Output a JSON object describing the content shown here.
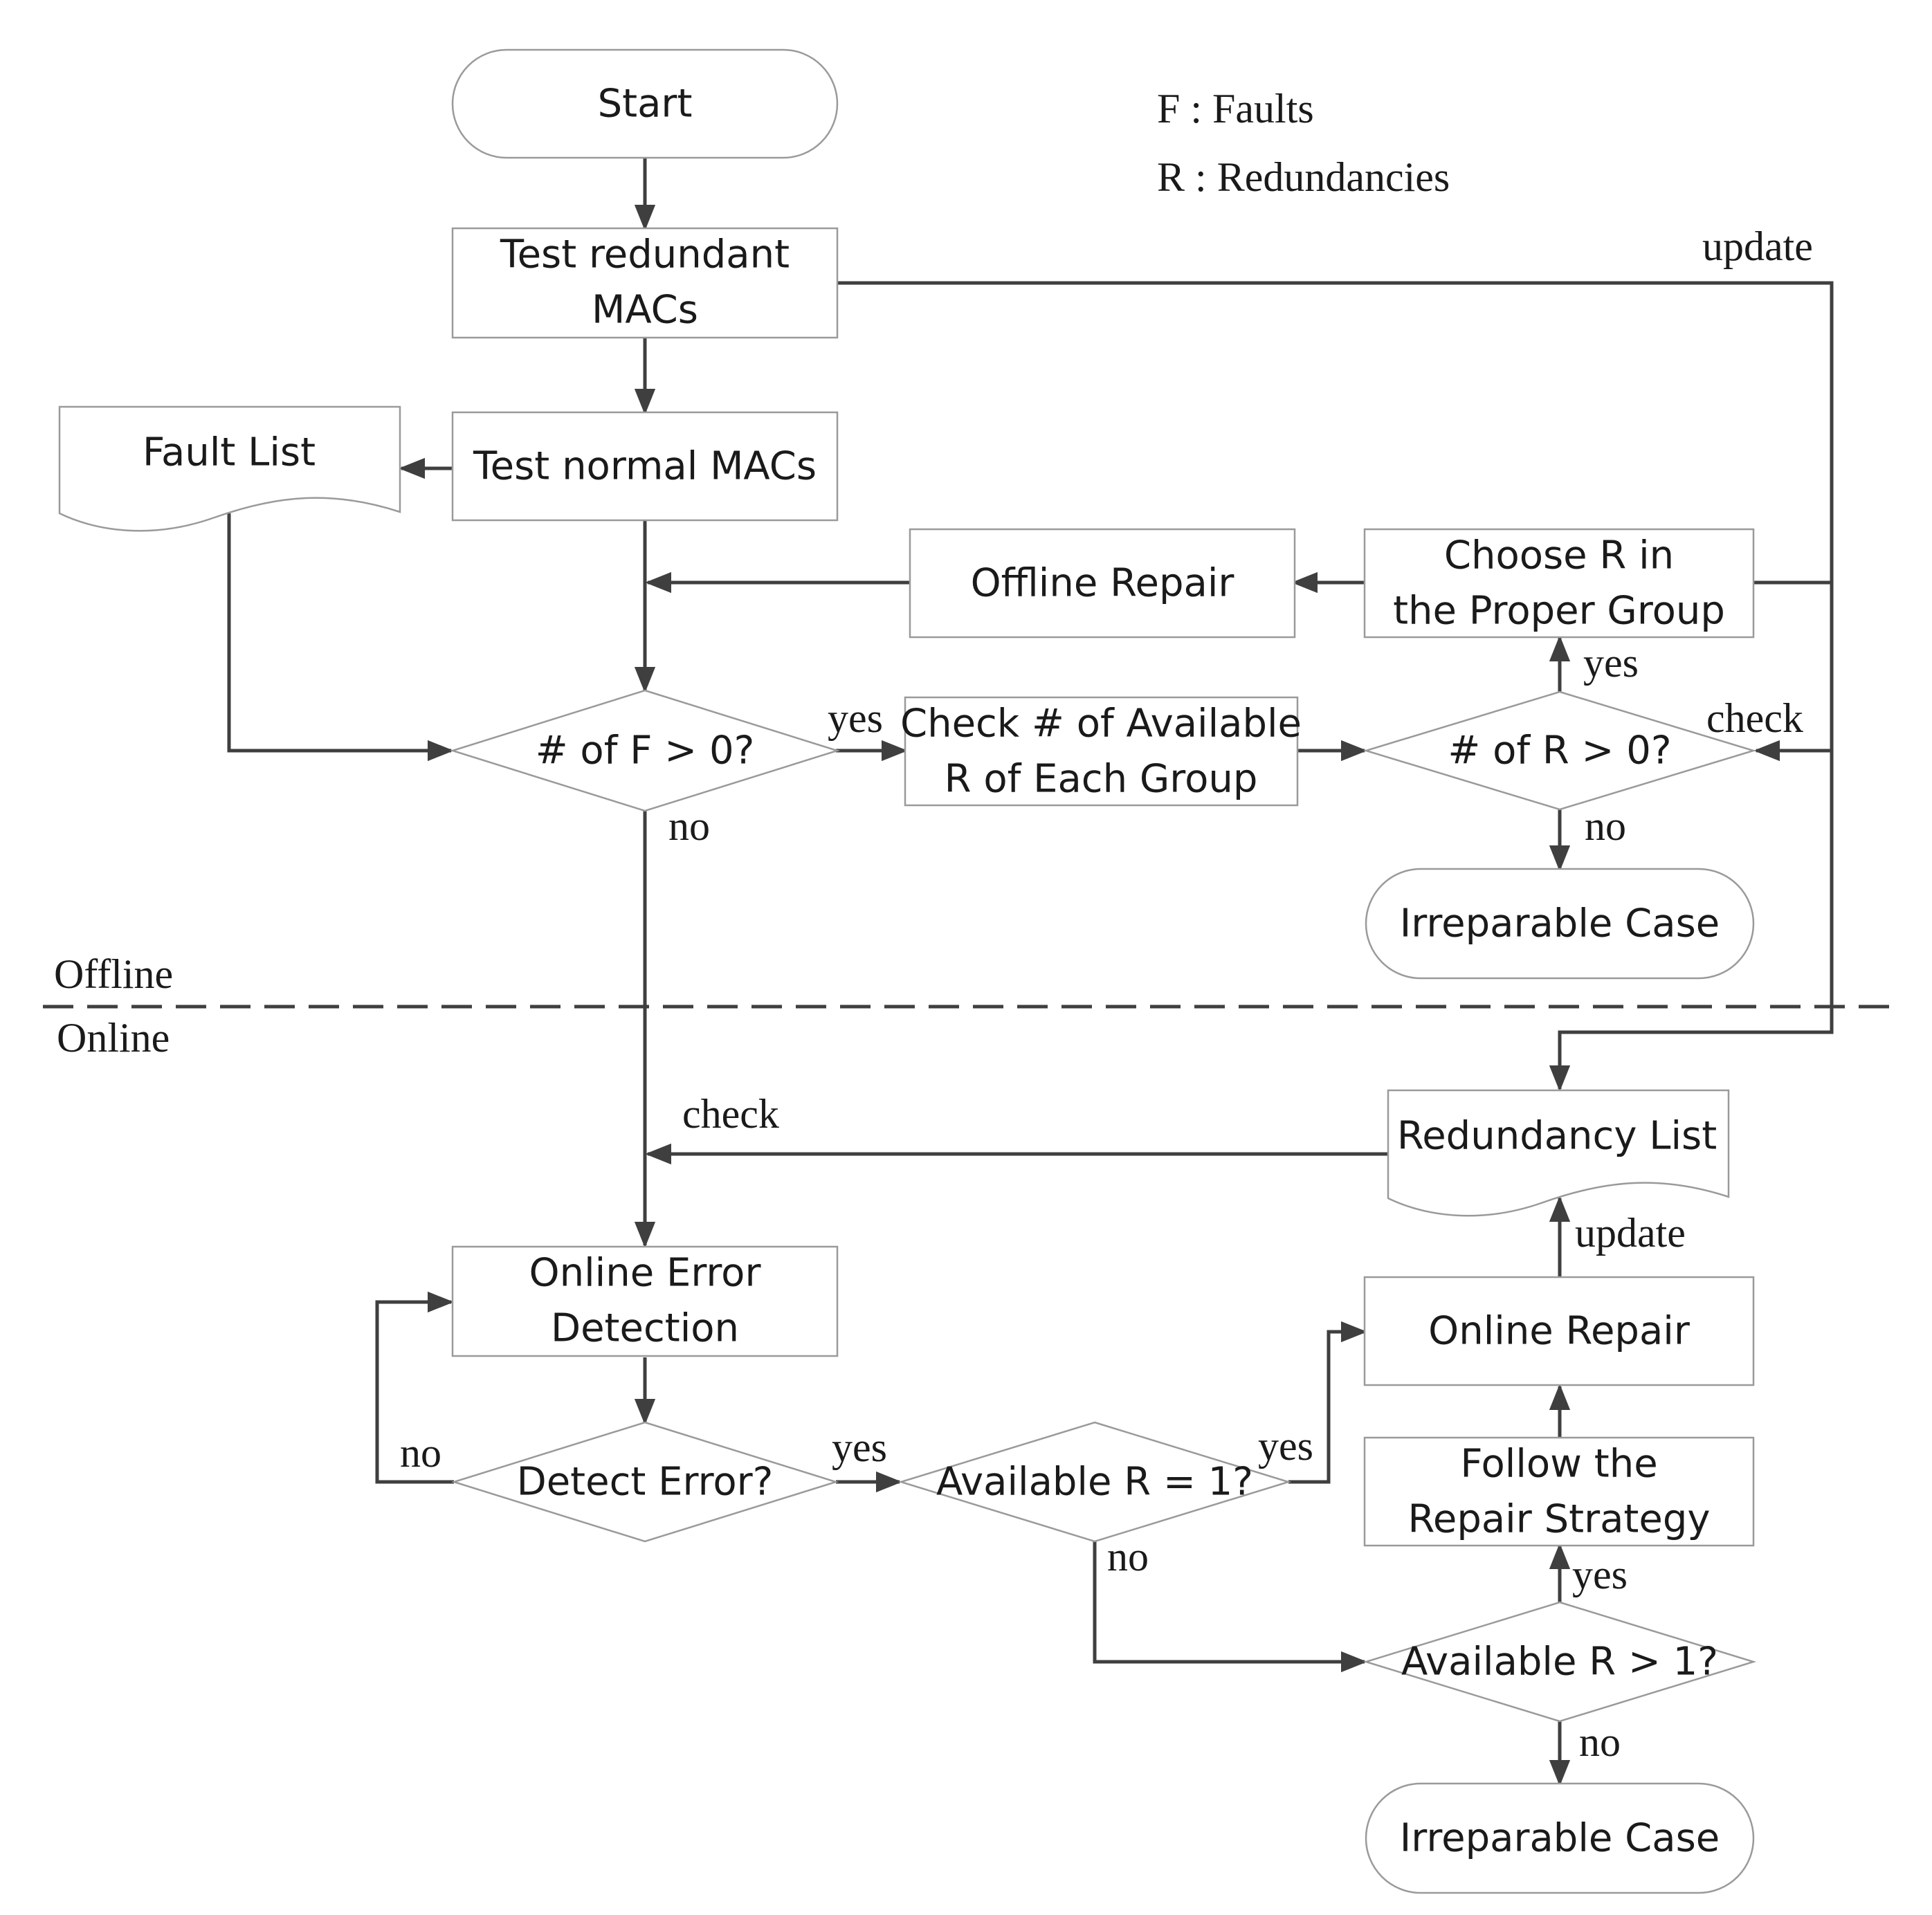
{
  "legend": {
    "faults": "F : Faults",
    "redundancies": "R : Redundancies"
  },
  "sections": {
    "offline": "Offline",
    "online": "Online"
  },
  "nodes": {
    "start": "Start",
    "test_redundant_line1": "Test redundant",
    "test_redundant_line2": "MACs",
    "test_normal": "Test normal MACs",
    "fault_list": "Fault List",
    "offline_repair": "Offline Repair",
    "choose_r_line1": "Choose R in",
    "choose_r_line2": "the Proper Group",
    "check_available_line1": "Check # of Available",
    "check_available_line2": "R of Each Group",
    "faults_gt_zero": "# of F > 0?",
    "r_gt_zero": "# of R > 0?",
    "irreparable_offline": "Irreparable Case",
    "redundancy_list": "Redundancy List",
    "online_error_line1": "Online Error",
    "online_error_line2": "Detection",
    "detect_error": "Detect Error?",
    "available_r_eq_1": "Available R = 1?",
    "online_repair": "Online Repair",
    "follow_line1": "Follow the",
    "follow_line2": "Repair Strategy",
    "available_r_gt_1": "Available R > 1?",
    "irreparable_online": "Irreparable Case"
  },
  "edge_labels": {
    "update_top": "update",
    "check_right": "check",
    "yes_f": "yes",
    "no_f": "no",
    "yes_r": "yes",
    "no_r": "no",
    "check_redundancy": "check",
    "update_redundancy": "update",
    "no_detect": "no",
    "yes_detect": "yes",
    "yes_avail1": "yes",
    "no_avail1": "no",
    "yes_avail_gt1": "yes",
    "no_avail_gt1": "no"
  }
}
